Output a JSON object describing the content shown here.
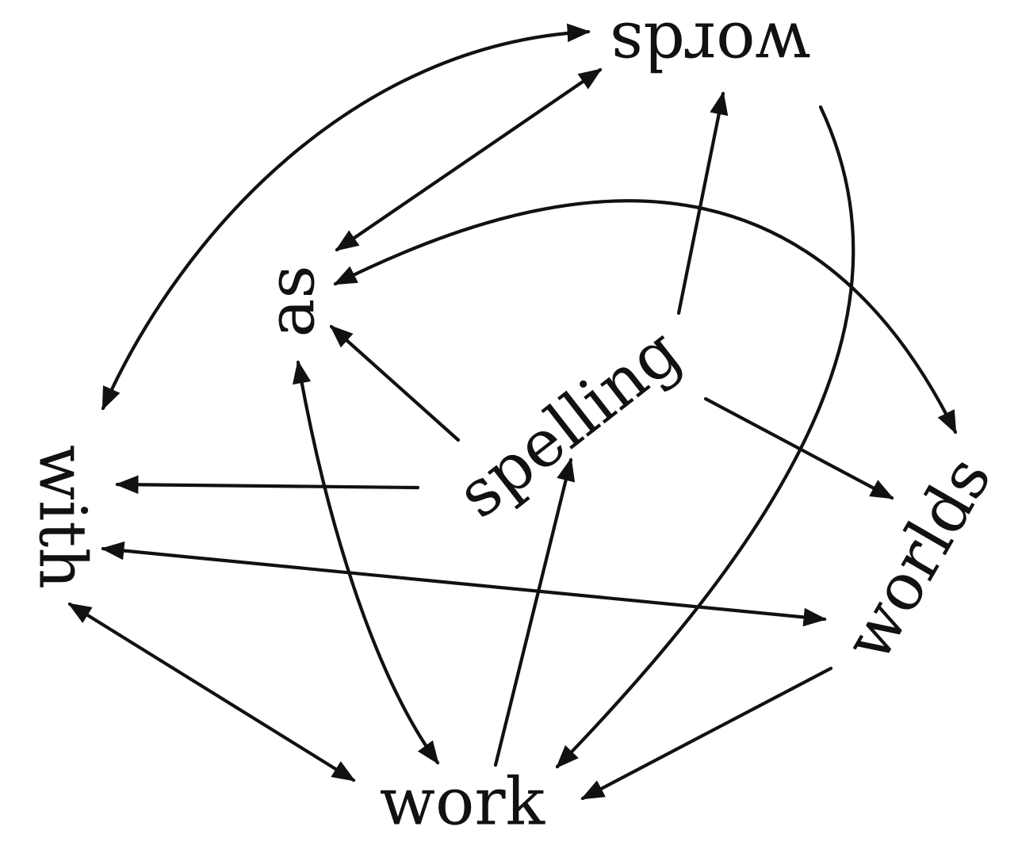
{
  "nodes": [
    {
      "id": "words",
      "label": "words"
    },
    {
      "id": "as",
      "label": "as"
    },
    {
      "id": "spelling",
      "label": "spelling"
    },
    {
      "id": "with",
      "label": "with"
    },
    {
      "id": "worlds",
      "label": "worlds"
    },
    {
      "id": "work",
      "label": "work"
    }
  ],
  "edges": [
    {
      "from": "with",
      "to": "words",
      "directed": "both"
    },
    {
      "from": "as",
      "to": "words",
      "directed": "both"
    },
    {
      "from": "as",
      "to": "worlds",
      "directed": "both"
    },
    {
      "from": "spelling",
      "to": "words",
      "directed": "forward"
    },
    {
      "from": "spelling",
      "to": "as",
      "directed": "forward"
    },
    {
      "from": "spelling",
      "to": "with",
      "directed": "forward"
    },
    {
      "from": "spelling",
      "to": "worlds",
      "directed": "forward"
    },
    {
      "from": "words",
      "to": "work",
      "directed": "forward"
    },
    {
      "from": "as",
      "to": "work",
      "directed": "both"
    },
    {
      "from": "with",
      "to": "worlds",
      "directed": "both"
    },
    {
      "from": "with",
      "to": "work",
      "directed": "both"
    },
    {
      "from": "work",
      "to": "spelling",
      "directed": "forward"
    },
    {
      "from": "worlds",
      "to": "work",
      "directed": "forward"
    }
  ],
  "colors": {
    "ink": "#111111",
    "background": "#ffffff"
  }
}
